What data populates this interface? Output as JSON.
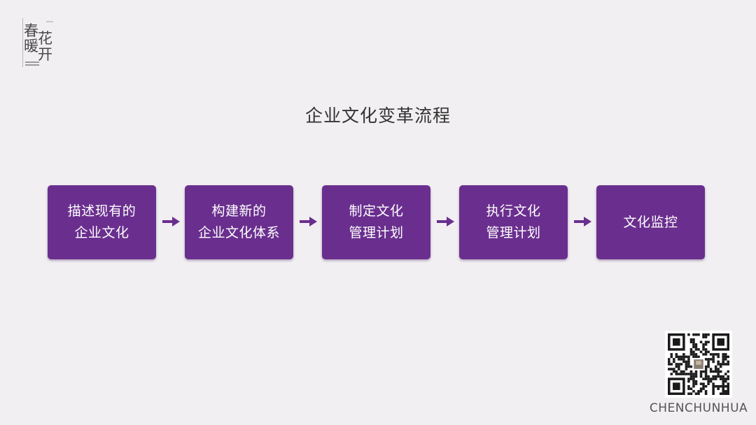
{
  "logo": {
    "chars": [
      "春",
      "花",
      "暖",
      "开"
    ]
  },
  "title": "企业文化变革流程",
  "steps": [
    {
      "label": "描述现有的\n企业文化"
    },
    {
      "label": "构建新的\n企业文化体系"
    },
    {
      "label": "制定文化\n管理计划"
    },
    {
      "label": "执行文化\n管理计划"
    },
    {
      "label": "文化监控"
    }
  ],
  "footer": {
    "brand": "CHENCHUNHUA"
  },
  "colors": {
    "step_fill": "#6a2f8e",
    "arrow": "#6a2f8e",
    "background": "#f1eff1"
  },
  "icons": {
    "arrow": "right-arrow-icon",
    "qr": "qr-code-icon"
  }
}
